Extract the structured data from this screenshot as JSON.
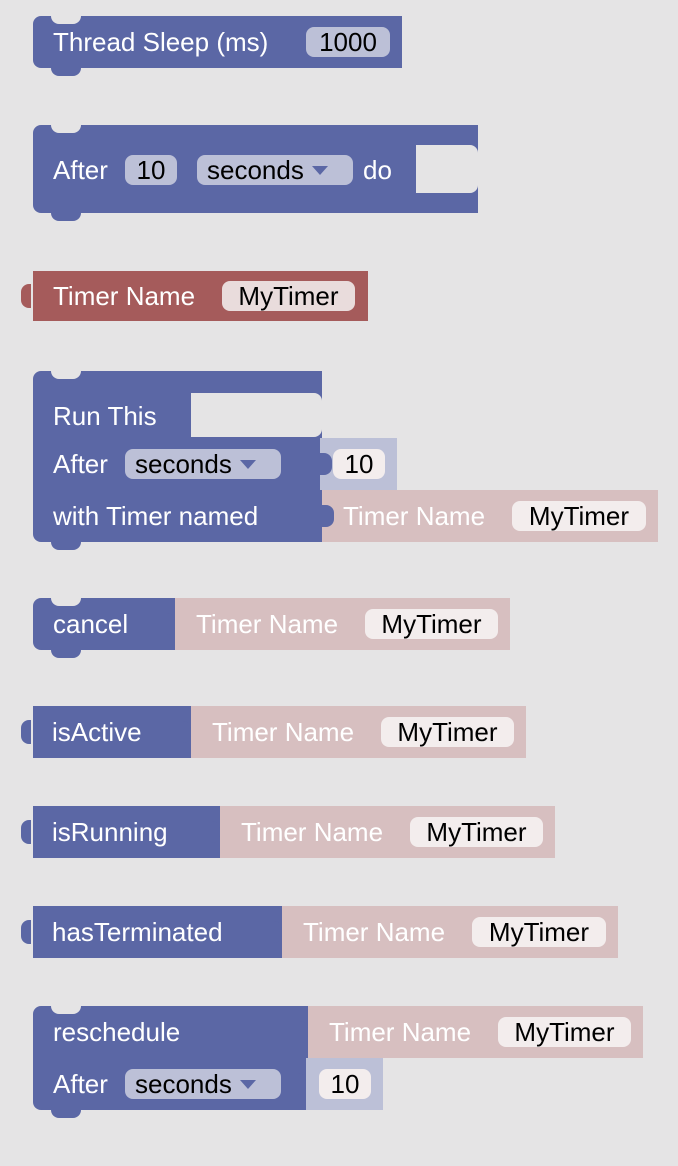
{
  "blocks": {
    "thread_sleep": {
      "label": "Thread Sleep (ms)",
      "value": "1000"
    },
    "after_do": {
      "label": "After",
      "value": "10",
      "unit": "seconds",
      "do_label": "do"
    },
    "timer_name": {
      "label": "Timer Name",
      "value": "MyTimer"
    },
    "run_this": {
      "label": "Run This",
      "after_label": "After",
      "unit": "seconds",
      "value": "10",
      "timer_label": "with Timer named",
      "timer_name_label": "Timer Name",
      "timer_name_value": "MyTimer"
    },
    "cancel": {
      "label": "cancel",
      "timer_name_label": "Timer Name",
      "timer_name_value": "MyTimer"
    },
    "is_active": {
      "label": "isActive",
      "timer_name_label": "Timer Name",
      "timer_name_value": "MyTimer"
    },
    "is_running": {
      "label": "isRunning",
      "timer_name_label": "Timer Name",
      "timer_name_value": "MyTimer"
    },
    "has_terminated": {
      "label": "hasTerminated",
      "timer_name_label": "Timer Name",
      "timer_name_value": "MyTimer"
    },
    "reschedule": {
      "label": "reschedule",
      "timer_name_label": "Timer Name",
      "timer_name_value": "MyTimer",
      "after_label": "After",
      "unit": "seconds",
      "value": "10"
    }
  }
}
